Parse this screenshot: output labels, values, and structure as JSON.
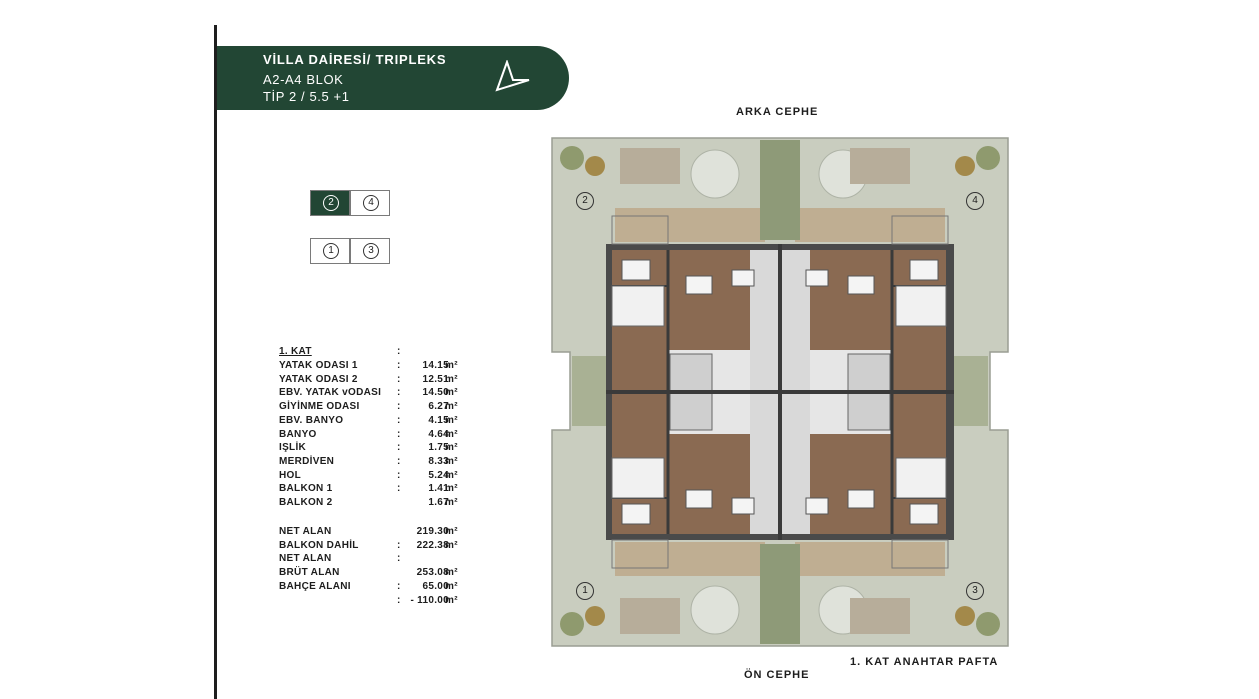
{
  "header": {
    "title": "VİLLA DAİRESİ/ TRIPLEKS",
    "block": "A2-A4 BLOK",
    "type": "TİP 2 / 5.5 +1"
  },
  "colors": {
    "brand": "#224634",
    "garden": "#c9cdbf",
    "floor": "#8a6a52"
  },
  "key_map": {
    "cells": [
      "2",
      "4",
      "1",
      "3"
    ],
    "active": "2"
  },
  "floor": {
    "title": "1. KAT",
    "title_sep": ":",
    "rooms": [
      {
        "name": "YATAK ODASI 1",
        "sep": ":",
        "value": "14.15",
        "unit": "m²"
      },
      {
        "name": "YATAK ODASI 2",
        "sep": ":",
        "value": "12.51",
        "unit": "m²"
      },
      {
        "name": "EBV. YATAK vODASI",
        "sep": ":",
        "value": "14.50",
        "unit": "m²"
      },
      {
        "name": "GİYİNME ODASI",
        "sep": ":",
        "value": "6.27",
        "unit": "m²"
      },
      {
        "name": "EBV. BANYO",
        "sep": ":",
        "value": "4.15",
        "unit": "m²"
      },
      {
        "name": "BANYO",
        "sep": ":",
        "value": "4.64",
        "unit": "m²"
      },
      {
        "name": "IŞLİK",
        "sep": ":",
        "value": "1.75",
        "unit": "m²"
      },
      {
        "name": "MERDİVEN",
        "sep": ":",
        "value": "8.33",
        "unit": "m²"
      },
      {
        "name": "HOL",
        "sep": ":",
        "value": "5.24",
        "unit": "m²"
      },
      {
        "name": "BALKON 1",
        "sep": ":",
        "value": "1.41",
        "unit": "m²"
      },
      {
        "name": "BALKON 2",
        "sep": "",
        "value": "1.67",
        "unit": "m²"
      }
    ],
    "totals": [
      {
        "name": "NET ALAN",
        "sep": "",
        "value": "219.30",
        "unit": "m²"
      },
      {
        "name": "BALKON DAHİL",
        "sep": ":",
        "value": "222.38",
        "unit": "m²"
      },
      {
        "name": "NET ALAN",
        "sep": ":",
        "value": "",
        "unit": ""
      },
      {
        "name": "BRÜT ALAN",
        "sep": "",
        "value": "253.08",
        "unit": "m²"
      },
      {
        "name": "BAHÇE ALANI",
        "sep": ":",
        "value": "65.00",
        "unit": "m²"
      },
      {
        "name": "",
        "sep": ":",
        "value": "- 110.00",
        "unit": "m²"
      }
    ]
  },
  "plan": {
    "top_label": "ARKA CEPHE",
    "bottom_label": "ÖN CEPHE",
    "key_label": "1. KAT ANAHTAR PAFTA",
    "unit_numbers": [
      "2",
      "4",
      "1",
      "3"
    ]
  }
}
